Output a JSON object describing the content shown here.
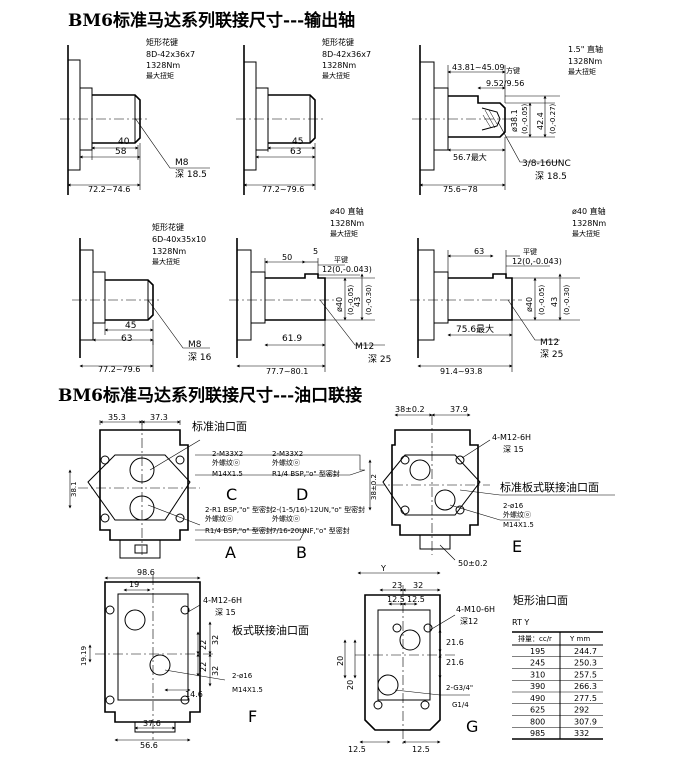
{
  "titles": {
    "shaft": "BM6标准马达系列联接尺寸---输出轴",
    "port": "BM6标准马达系列联接尺寸---油口联接"
  },
  "shafts": {
    "s1": {
      "spec": [
        "矩形花键",
        "8D-42x36x7",
        "1328Nm",
        "最大扭矩"
      ],
      "d_inner": "40",
      "d_outer": "58",
      "overall": "72.2~74.6",
      "thread": "M8",
      "depth": "深 18.5"
    },
    "s2": {
      "spec": [
        "矩形花键",
        "8D-42x36x7",
        "1328Nm",
        "最大扭矩"
      ],
      "d_inner": "45",
      "d_outer": "63",
      "overall": "77.2~79.6"
    },
    "s3": {
      "spec": [
        "1.5\" 直轴",
        "1328Nm",
        "最大扭矩"
      ],
      "len_range": "43.81~45.09",
      "key_label": "方键",
      "key_range": "9.52/9.56",
      "dia": "ø38.1",
      "dia_tol": "(0,-0.05)",
      "h": "42.4",
      "h_tol": "(0,-0.27)",
      "max_len": "56.7最大",
      "thread": "3/8-16UNC",
      "depth": "深 18.5",
      "overall": "75.6~78"
    },
    "s4": {
      "spec": [
        "矩形花键",
        "6D-40x35x10",
        "1328Nm",
        "最大扭矩"
      ],
      "d_inner": "45",
      "d_outer": "63",
      "thread": "M8",
      "depth": "深 16",
      "overall": "77.2~79.6"
    },
    "s5": {
      "spec": [
        "ø40 直轴",
        "1328Nm",
        "最大扭矩"
      ],
      "top_dim": "50",
      "key_w": "5",
      "key_label": "平键",
      "key_fit": "12(0,-0.043)",
      "dia": "ø40",
      "dia_tol": "(0,-0.05)",
      "h": "43",
      "h_tol": "(0,-0.30)",
      "len": "61.9",
      "thread": "M12",
      "depth": "深 25",
      "overall": "77.7~80.1"
    },
    "s6": {
      "spec": [
        "ø40 直轴",
        "1328Nm",
        "最大扭矩"
      ],
      "top_dim": "63",
      "key_label": "平键",
      "key_fit": "12(0,-0.043)",
      "dia": "ø40",
      "dia_tol": "(0,-0.05)",
      "h": "43",
      "h_tol": "(0,-0.30)",
      "max_len": "75.6最大",
      "thread": "M12",
      "depth": "深 25",
      "overall": "91.4~93.8"
    }
  },
  "ports": {
    "std": {
      "label": "标准油口面",
      "w1": "35.3",
      "w2": "37.3",
      "h": "38.1",
      "callout_c1": "2-M33X2",
      "callout_c2": "外螺纹ⓞ",
      "callout_c3": "M14X1.5",
      "callout_d1": "2-M33X2",
      "callout_d2": "外螺纹ⓞ",
      "callout_d3": "R1/4 BSP,\"o\" 型密封",
      "callout_a1": "2-R1 BSP,\"o\" 型密封",
      "callout_a2": "外螺纹ⓞ",
      "callout_a3": "R1/4 BSP,\"o\" 型密封",
      "callout_b1": "2-(1-5/16)-12UN,\"o\" 型密封",
      "callout_b2": "外螺纹ⓞ",
      "callout_b3": "7/16-20UNF,\"o\" 型密封",
      "letters": [
        "C",
        "D",
        "A",
        "B"
      ]
    },
    "e": {
      "w1": "38±0.2",
      "w2": "37.9",
      "h": "38±0.2",
      "bolt": "4-M12-6H",
      "depth": "深 15",
      "label": "标准板式联接油口面",
      "port1": "2-ø16",
      "port2": "外螺纹ⓞ",
      "port3": "M14X1.5",
      "angle": "50±0.2",
      "letter": "E"
    },
    "f": {
      "w": "98.6",
      "w2": "19",
      "bolt": "4-M12-6H",
      "depth": "深 15",
      "label": "板式联接油口面",
      "h1": "32",
      "h2": "32",
      "h3": "22",
      "h4": "22",
      "left": "19.19",
      "port1": "2-ø16",
      "port2": "M14X1.5",
      "d1": "14.6",
      "b1": "37.6",
      "b2": "56.6",
      "letter": "F"
    },
    "g": {
      "top": "Y",
      "w1": "23",
      "w2": "32",
      "s1": "12.5",
      "s2": "12.5",
      "bolt": "4-M10-6H",
      "depth": "深12",
      "r1": "21.6",
      "r2": "21.6",
      "l1": "20",
      "l2": "20",
      "port1": "2-G3/4\"",
      "port2": "G1/4",
      "b1": "12.5",
      "b2": "12.5",
      "letter": "G"
    }
  },
  "rect_port": {
    "label": "矩形油口面",
    "subtitle": "RT Y",
    "head_disp": "排量：cc/r",
    "head_y": "Y mm",
    "rows": [
      [
        "195",
        "244.7"
      ],
      [
        "245",
        "250.3"
      ],
      [
        "310",
        "257.5"
      ],
      [
        "390",
        "266.3"
      ],
      [
        "490",
        "277.5"
      ],
      [
        "625",
        "292"
      ],
      [
        "800",
        "307.9"
      ],
      [
        "985",
        "332"
      ]
    ]
  }
}
